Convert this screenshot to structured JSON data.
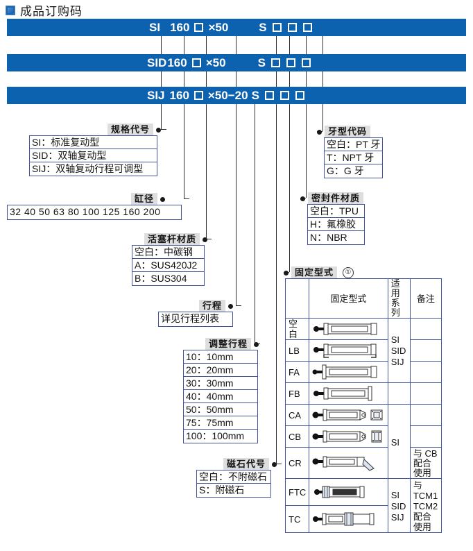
{
  "header": {
    "icon": "blue-square-bullet-icon",
    "title": "成品订购码"
  },
  "code_bars": [
    {
      "id": "si",
      "tokens": [
        "SI",
        "160",
        "□",
        "×50",
        "S",
        "□",
        "□",
        "□"
      ],
      "text": "SI 160 □ ×50  S □ □ □"
    },
    {
      "id": "sid",
      "tokens": [
        "SID",
        "160",
        "□",
        "×50",
        "S",
        "□",
        "□",
        "□"
      ],
      "text": "SID160 □ ×50  S □ □ □"
    },
    {
      "id": "sij",
      "tokens": [
        "SIJ",
        "160",
        "□",
        "×50−20",
        "S",
        "□",
        "□",
        "□"
      ],
      "text": "SIJ 160 □ ×50−20 S □ □ □"
    }
  ],
  "callouts": {
    "spec_code": {
      "label": "规格代号",
      "options": [
        "SI：标准复动型",
        "SID：双轴复动型",
        "SIJ：双轴复动行程可调型"
      ]
    },
    "bore": {
      "label": "缸径",
      "options": [
        "32  40  50  63  80  100  125 160 200"
      ]
    },
    "rod_material": {
      "label": "活塞杆材质",
      "options": [
        "空白：中碳钢",
        "A：SUS420J2",
        "B：SUS304"
      ]
    },
    "stroke": {
      "label": "行程",
      "options": [
        "详见行程列表"
      ]
    },
    "adj_stroke": {
      "label": "调整行程",
      "options": [
        "10：10mm",
        "20：20mm",
        "30：30mm",
        "40：40mm",
        "50：50mm",
        "75：75mm",
        "100：100mm"
      ]
    },
    "magnet": {
      "label": "磁石代号",
      "options": [
        "空白：不附磁石",
        "S：附磁石"
      ]
    },
    "thread": {
      "label": "牙型代码",
      "options": [
        "空白：PT 牙",
        "T：NPT 牙",
        "G：G 牙"
      ]
    },
    "seal": {
      "label": "密封件材质",
      "options": [
        "空白：TPU",
        "H：氟橡胶",
        "N：NBR"
      ]
    },
    "mounting": {
      "label": "固定型式",
      "note": "①"
    }
  },
  "mounting_table": {
    "headers": [
      "",
      "固定型式",
      "适用系列",
      "备注"
    ],
    "header_series_lines": [
      "适用",
      "系列"
    ],
    "rows": [
      {
        "code": "空白",
        "pic": "cylinder-basic-icon",
        "series": "",
        "remark": ""
      },
      {
        "code": "LB",
        "pic": "cylinder-foot-icon",
        "series": "SI",
        "remark": ""
      },
      {
        "code": "FA",
        "pic": "cylinder-front-flange-icon",
        "series": "SID",
        "remark": ""
      },
      {
        "code": "FB",
        "pic": "cylinder-rear-flange-icon",
        "series": "SIJ",
        "remark": ""
      },
      {
        "code": "CA",
        "pic": "cylinder-clevis-ca-icon",
        "series": "",
        "remark": ""
      },
      {
        "code": "CB",
        "pic": "cylinder-clevis-cb-icon",
        "series": "SI",
        "remark": ""
      },
      {
        "code": "CR",
        "pic": "cylinder-rod-clevis-icon",
        "series": "",
        "remark": "与 CB 配合使用"
      },
      {
        "code": "FTC",
        "pic": "cylinder-ftc-icon",
        "series": "SI",
        "remark": "与 TCM1 TCM2 配合使用"
      },
      {
        "code": "TC",
        "pic": "cylinder-tc-icon",
        "series": "SID SIJ",
        "remark": ""
      }
    ],
    "series_group_1": "SI\nSID\nSIJ",
    "series_group_2": "SI",
    "series_group_3": "SI\nSID\nSIJ",
    "remark_cr": "与 CB 配\n合使用",
    "remark_ftc": "与 TCM1\nTCM2\n配合使用"
  },
  "colors": {
    "bar": "#0d62b0",
    "box_border": "#41549b",
    "label_bg": "#dedede",
    "line": "#2e2e2e"
  }
}
